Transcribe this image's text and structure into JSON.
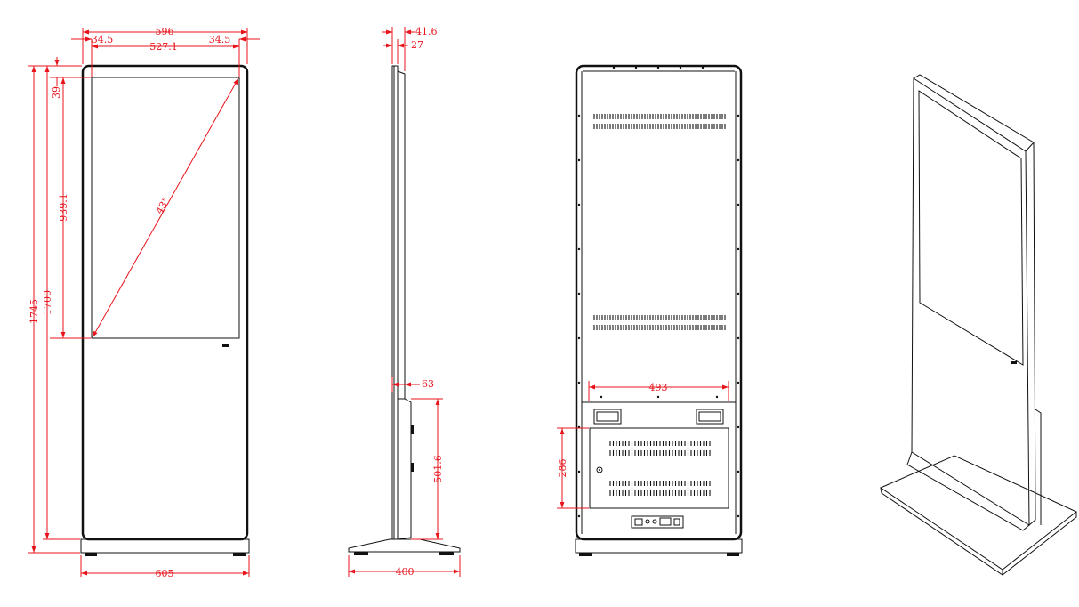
{
  "colors": {
    "dimension": "#e8141c",
    "outline": "#111111",
    "background": "#ffffff"
  },
  "front_view": {
    "total_width": "596",
    "left_bezel": "34.5",
    "screen_width": "527.1",
    "right_bezel": "34.5",
    "top_bezel": "39",
    "screen_height": "939.1",
    "body_height": "1700",
    "total_height": "1745",
    "diagonal": "43\"",
    "base_width": "605"
  },
  "side_view": {
    "total_depth": "41.6",
    "panel_depth": "27",
    "lower_depth": "63",
    "lower_height": "501.6",
    "base_depth": "400"
  },
  "back_view": {
    "mount_spacing": "493",
    "door_height": "286"
  }
}
